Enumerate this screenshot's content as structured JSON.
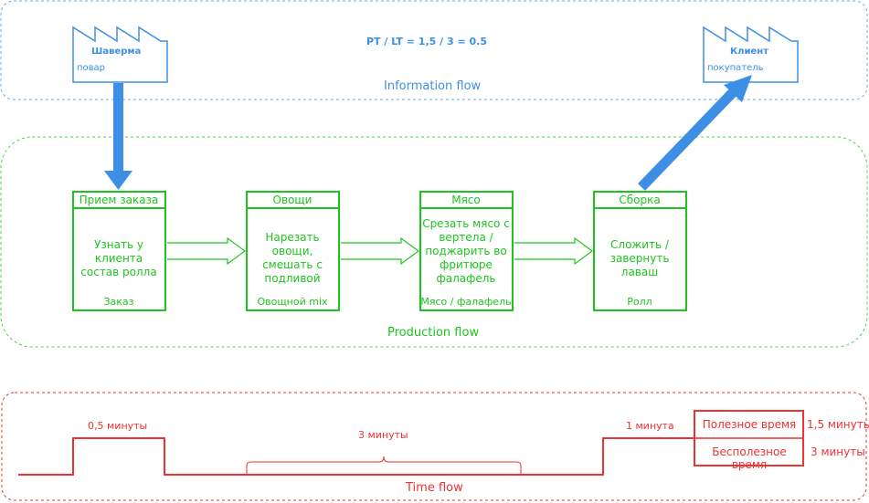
{
  "information": {
    "formula": "PT / LT = 1,5 / 3 = 0.5",
    "flow_label": "Information flow",
    "supplier": {
      "name": "Шаверма",
      "role": "повар"
    },
    "customer": {
      "name": "Клиент",
      "role": "покупатель"
    }
  },
  "production": {
    "flow_label": "Production flow",
    "processes": [
      {
        "title": "Прием заказа",
        "description": "Узнать у клиента состав ролла",
        "output": "Заказ"
      },
      {
        "title": "Овощи",
        "description": "Нарезать овощи, смешать с подливой",
        "output": "Овощной mix"
      },
      {
        "title": "Мясо",
        "description": "Срезать мясо с вертела / поджарить во фритюре фалафель",
        "output": "Мясо / фалафель"
      },
      {
        "title": "Сборка",
        "description": "Сложить / завернуть лаваш",
        "output": "Ролл"
      }
    ]
  },
  "time": {
    "flow_label": "Time flow",
    "segments": [
      "0,5 минуты",
      "3 минуты",
      "1 минута"
    ],
    "summary": [
      {
        "label": "Полезное время",
        "value": "1,5 минуты"
      },
      {
        "label": "Бесполезное время",
        "value": "3 минуты"
      }
    ]
  },
  "colors": {
    "information": "#3d8fe6",
    "production": "#1ec41e",
    "time": "#ef3232"
  }
}
